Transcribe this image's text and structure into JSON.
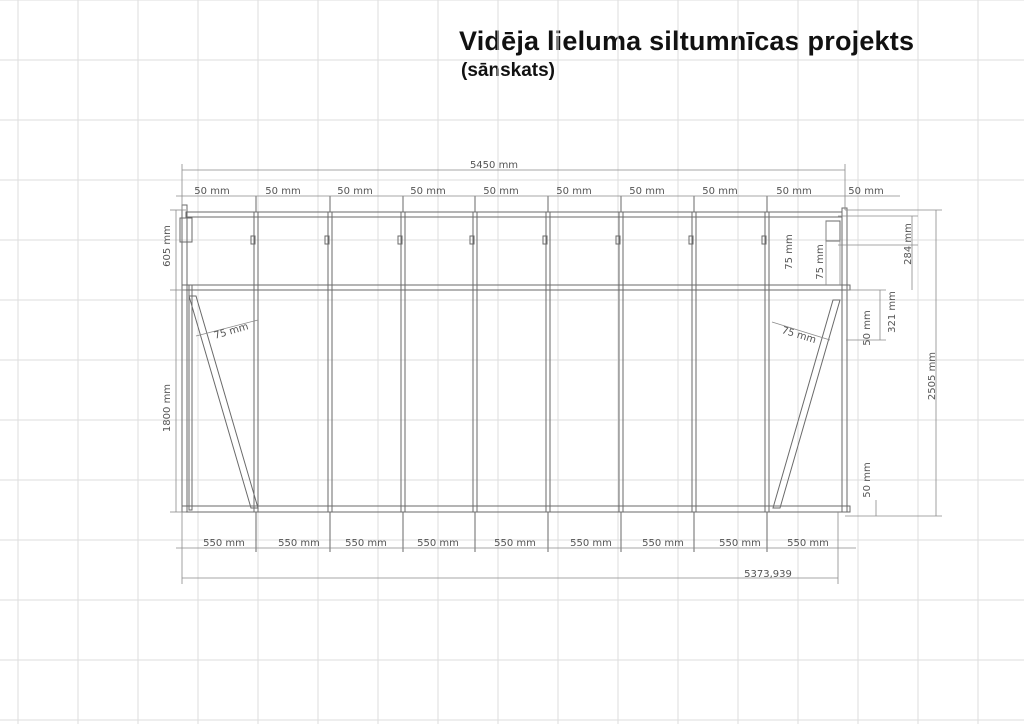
{
  "title": "Vidēja lieluma siltumnīcas projekts",
  "subtitle": "(sānskats)",
  "dimensions": {
    "overall_width": "5450 mm",
    "top_gap_labels": [
      "50 mm",
      "50 mm",
      "50 mm",
      "50 mm",
      "50 mm",
      "50 mm",
      "50 mm",
      "50 mm",
      "50 mm",
      "50 mm"
    ],
    "bottom_span_labels": [
      "550 mm",
      "550 mm",
      "550 mm",
      "550 mm",
      "550 mm",
      "550 mm",
      "550 mm",
      "550 mm",
      "550 mm"
    ],
    "bottom_total": "5373,939",
    "left_upper_height": "605 mm",
    "left_lower_height": "1800 mm",
    "brace_left": "75 mm",
    "brace_right": "75 mm",
    "right_inner_a": "75 mm",
    "right_inner_b": "75 mm",
    "right_mid_upper": "50 mm",
    "right_mid_lower": "50 mm",
    "right_284": "284 mm",
    "right_321": "321 mm",
    "right_total": "2505 mm"
  },
  "colors": {
    "grid": "#dcdcdc",
    "structure": "#666666",
    "dims": "#8a8a8a",
    "text": "#111111"
  }
}
